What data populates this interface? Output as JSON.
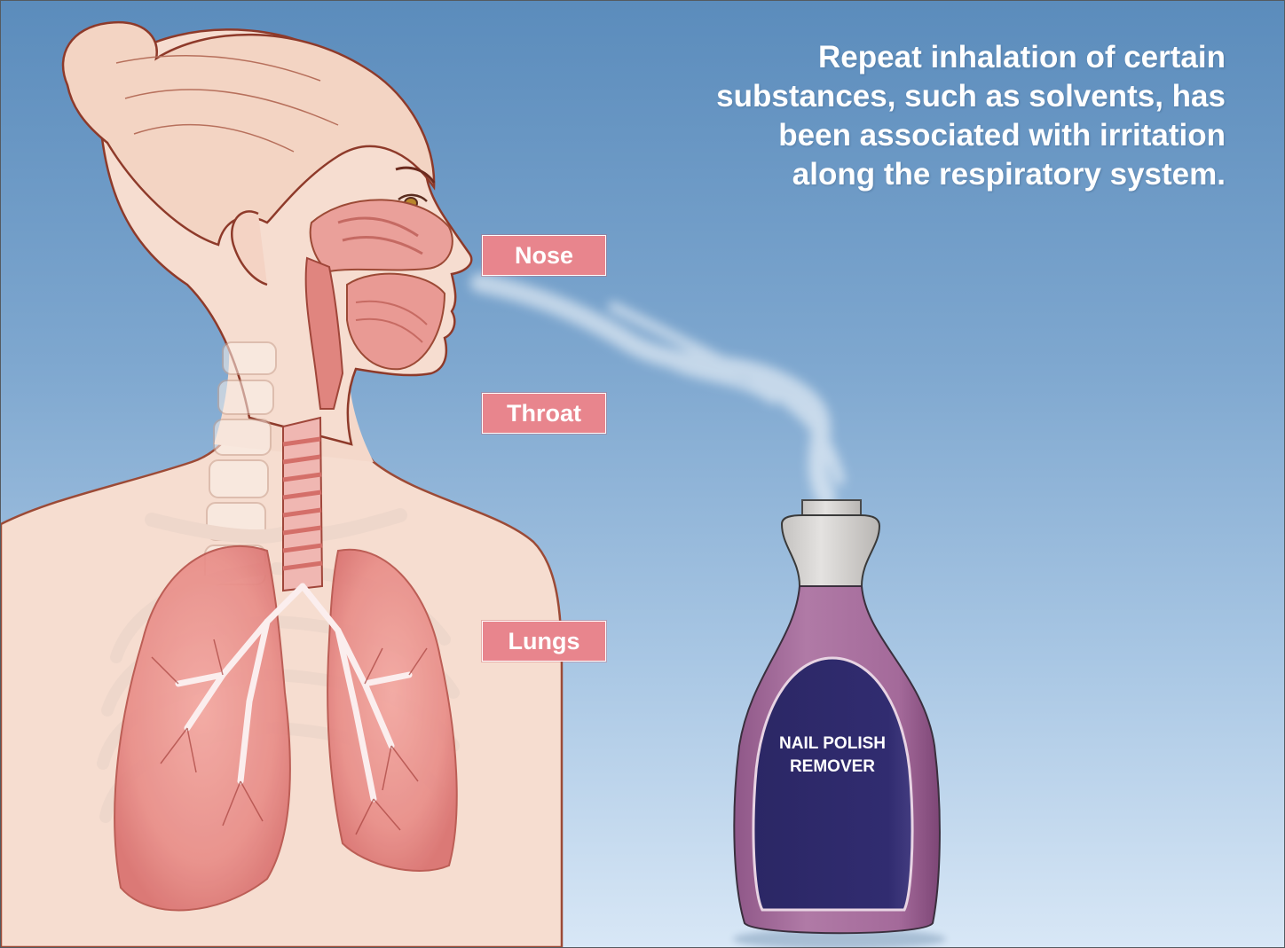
{
  "headline": {
    "line1": "Repeat inhalation of certain",
    "line2": "substances, such as solvents, has",
    "line3": "been associated with irritation",
    "line4": "along the respiratory system."
  },
  "labels": {
    "nose": "Nose",
    "throat": "Throat",
    "lungs": "Lungs"
  },
  "bottle": {
    "line1": "NAIL POLISH",
    "line2": "REMOVER"
  },
  "colors": {
    "sky_top": "#5b8cbc",
    "sky_bottom": "#d8e7f6",
    "label_fill": "#e8858d",
    "skin": "#f6ddd0",
    "outline": "#8e3a2a",
    "airway": "#e58a86",
    "bottle_liquid": "#a56d9c",
    "bottle_label": "#2f2a6b",
    "bottle_cap": "#d6d4d2"
  }
}
